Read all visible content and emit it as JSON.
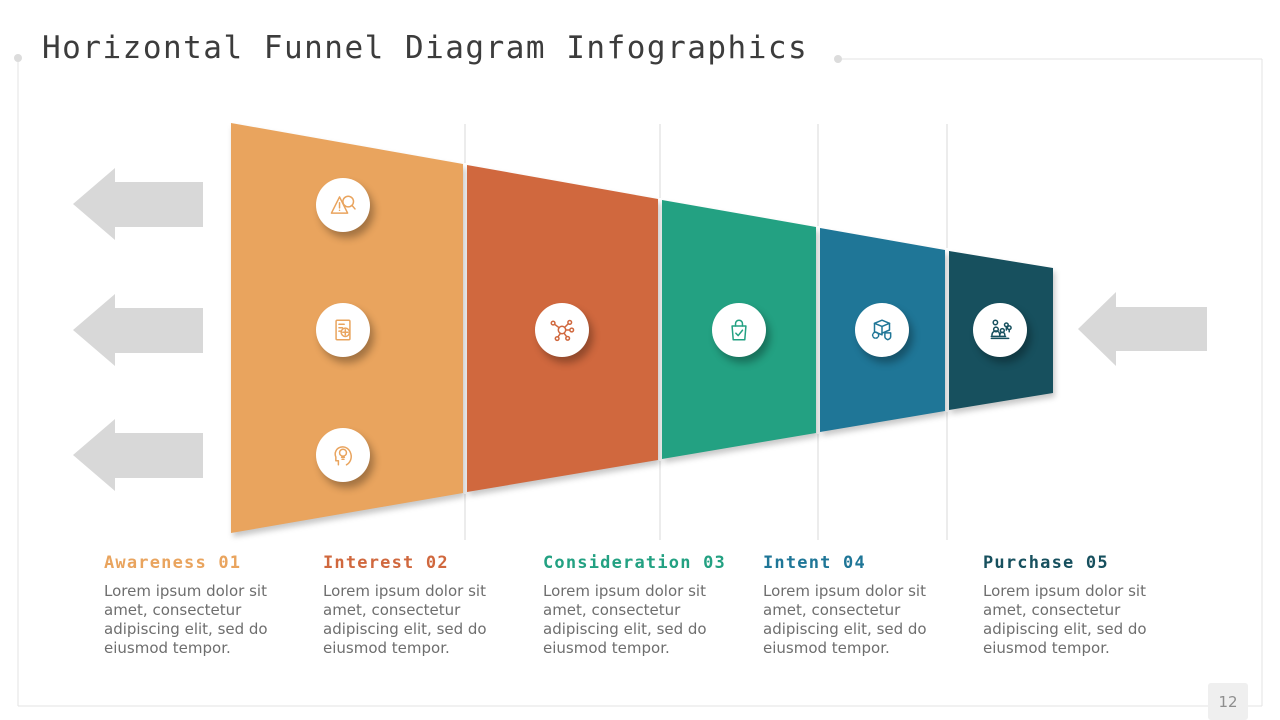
{
  "slide": {
    "title": "Horizontal Funnel Diagram Infographics",
    "page_number": "12"
  },
  "colors": {
    "title": "#3C3C3C",
    "body_text": "#6E6E6E",
    "frame": "#E3E3E3",
    "separator": "#D8D8D8",
    "arrow": "#D8D8D8",
    "page_badge_bg": "#EFEFEF"
  },
  "funnel": {
    "direction": "narrows-left-to-right",
    "stages": [
      {
        "label": "Awareness 01",
        "color": "#E9A45E",
        "description": "Lorem ipsum dolor sit amet, consectetur adipiscing elit, sed do eiusmod tempor.",
        "icons": [
          "alert-search-icon",
          "report-document-icon",
          "idea-head-icon"
        ]
      },
      {
        "label": "Interest 02",
        "color": "#D0683E",
        "description": "Lorem ipsum dolor sit amet, consectetur adipiscing elit, sed do eiusmod tempor.",
        "icons": [
          "network-money-icon"
        ]
      },
      {
        "label": "Consideration 03",
        "color": "#23A182",
        "description": "Lorem ipsum dolor sit amet, consectetur adipiscing elit, sed do eiusmod tempor.",
        "icons": [
          "shopping-bag-check-icon"
        ]
      },
      {
        "label": "Intent 04",
        "color": "#1F7697",
        "description": "Lorem ipsum dolor sit amet, consectetur adipiscing elit, sed do eiusmod tempor.",
        "icons": [
          "package-shield-icon"
        ]
      },
      {
        "label": "Purchase 05",
        "color": "#17505E",
        "description": "Lorem ipsum dolor sit amet, consectetur adipiscing elit, sed do eiusmod tempor.",
        "icons": [
          "team-growth-icon"
        ]
      }
    ]
  }
}
